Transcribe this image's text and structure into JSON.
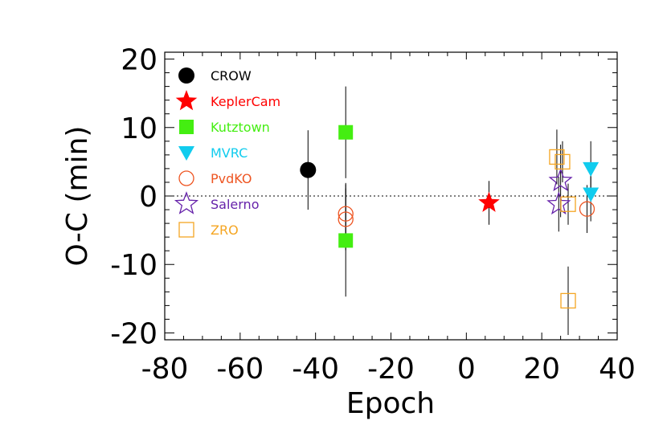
{
  "chart_data": {
    "type": "scatter",
    "title": "",
    "xlabel": "Epoch",
    "ylabel": "O-C (min)",
    "xlim": [
      -80,
      40
    ],
    "ylim": [
      -21,
      21
    ],
    "x_ticks": [
      -80,
      -60,
      -40,
      -20,
      0,
      20,
      40
    ],
    "x_tick_labels": [
      "-80",
      "-60",
      "-40",
      "-20",
      "0",
      "20",
      "40"
    ],
    "y_ticks": [
      -20,
      -10,
      0,
      10,
      20
    ],
    "y_tick_labels": [
      "-20",
      "-10",
      "0",
      "10",
      "20"
    ],
    "reference_line": {
      "y": 0,
      "style": "dotted"
    },
    "legend_position": "top-left",
    "series": [
      {
        "name": "CROW",
        "marker": "filled-circle",
        "color": "#000000",
        "points": [
          {
            "x": -42,
            "y": 3.8,
            "err": 5.8
          }
        ]
      },
      {
        "name": "KeplerCam",
        "marker": "filled-star",
        "color": "#ff0000",
        "points": [
          {
            "x": 6,
            "y": -1.0,
            "err": 3.2
          }
        ]
      },
      {
        "name": "Kutztown",
        "marker": "filled-square",
        "color": "#44ee11",
        "points": [
          {
            "x": -32,
            "y": 9.3,
            "err": 6.7
          },
          {
            "x": -32,
            "y": -6.5,
            "err": 8.2
          }
        ]
      },
      {
        "name": "MVRC",
        "marker": "filled-triangle-down",
        "color": "#11ccee",
        "points": [
          {
            "x": 33,
            "y": 4.0,
            "err": 4.0
          },
          {
            "x": 33,
            "y": 0.3,
            "err": 4.0
          }
        ]
      },
      {
        "name": "PvdKO",
        "marker": "open-circle",
        "color": "#ee5522",
        "points": [
          {
            "x": -32,
            "y": -2.6,
            "err": 4.5
          },
          {
            "x": -32,
            "y": -3.4,
            "err": 4.5
          },
          {
            "x": 32,
            "y": -1.9,
            "err": 3.5
          }
        ]
      },
      {
        "name": "Salerno",
        "marker": "open-star",
        "color": "#6622aa",
        "points": [
          {
            "x": 25,
            "y": 2.2,
            "err": 5.3
          },
          {
            "x": 24.5,
            "y": -1.2,
            "err": 4.0
          }
        ]
      },
      {
        "name": "ZRO",
        "marker": "open-square",
        "color": "#f5a623",
        "points": [
          {
            "x": 24,
            "y": 5.7,
            "err": 4.0
          },
          {
            "x": 25.5,
            "y": 5.0,
            "err": 3.0
          },
          {
            "x": 27,
            "y": -1.2,
            "err": 3.0
          },
          {
            "x": 27,
            "y": -15.3,
            "err": 5.0
          }
        ]
      }
    ]
  }
}
